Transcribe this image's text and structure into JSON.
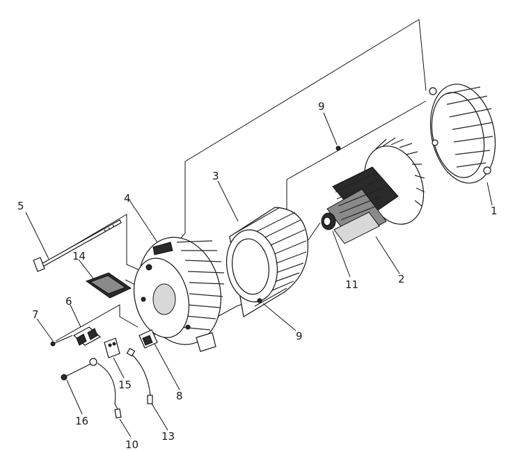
{
  "callouts": [
    {
      "id": "1",
      "text": "1"
    },
    {
      "id": "2",
      "text": "2"
    },
    {
      "id": "3",
      "text": "3"
    },
    {
      "id": "4",
      "text": "4"
    },
    {
      "id": "5",
      "text": "5"
    },
    {
      "id": "6",
      "text": "6"
    },
    {
      "id": "7",
      "text": "7"
    },
    {
      "id": "8",
      "text": "8"
    },
    {
      "id": "9a",
      "text": "9"
    },
    {
      "id": "9b",
      "text": "9"
    },
    {
      "id": "10",
      "text": "10"
    },
    {
      "id": "11",
      "text": "11"
    },
    {
      "id": "13",
      "text": "13"
    },
    {
      "id": "14",
      "text": "14"
    },
    {
      "id": "15",
      "text": "15"
    },
    {
      "id": "16",
      "text": "16"
    }
  ]
}
